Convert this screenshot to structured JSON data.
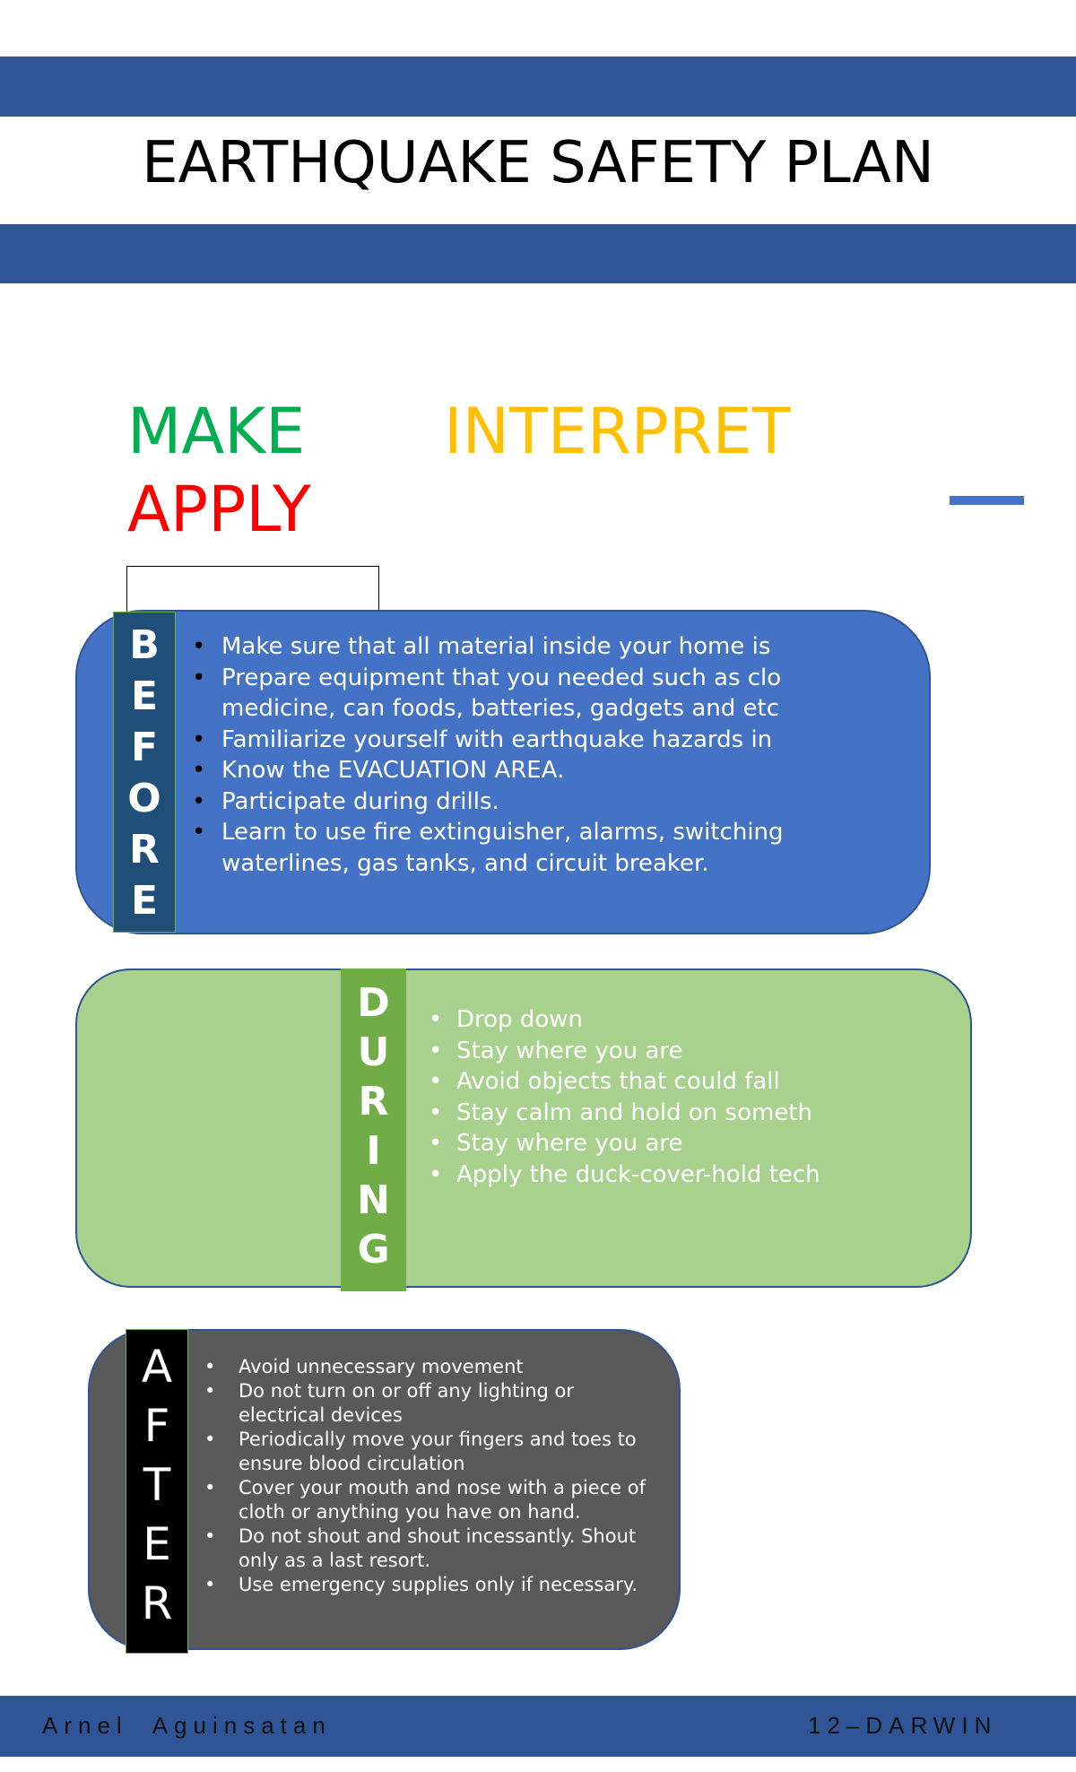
{
  "header": {
    "title": "EARTHQUAKE SAFETY PLAN"
  },
  "keywords": {
    "make": "MAKE",
    "interpret": "INTERPRET",
    "apply": "APPLY"
  },
  "colors": {
    "bar": "#2F5597",
    "make": "#00B050",
    "interpret": "#FFC000",
    "apply": "#FF0000",
    "before_box": "#4472C4",
    "before_strip": "#1F4E79",
    "during_box": "#A9D18E",
    "during_strip": "#70AD47",
    "after_box": "#595959",
    "after_strip": "#000000"
  },
  "before": {
    "label": [
      "B",
      "E",
      "F",
      "O",
      "R",
      "E"
    ],
    "items": [
      "Make sure that all  material inside your home is",
      "Prepare equipment that you needed such as clo medicine, can foods, batteries, gadgets and etc",
      "Familiarize yourself with earthquake hazards in",
      "Know the EVACUATION AREA.",
      "Participate during drills.",
      "Learn to use fire extinguisher, alarms, switching waterlines, gas tanks, and circuit breaker."
    ]
  },
  "during": {
    "label": [
      "D",
      "U",
      "R",
      "I",
      "N",
      "G"
    ],
    "items": [
      "Drop down",
      "Stay where you are",
      "Avoid objects that could fall",
      "Stay calm and hold on someth",
      "Stay where you are",
      "Apply the duck-cover-hold tech"
    ]
  },
  "after": {
    "label": [
      "A",
      "F",
      "T",
      "E",
      "R"
    ],
    "items": [
      "Avoid unnecessary movement",
      "Do not turn on or off any lighting or electrical devices",
      "Periodically move your fingers and toes to ensure blood circulation",
      "Cover your mouth and nose with a piece of cloth or anything you have on hand.",
      "Do not shout and shout incessantly. Shout only as a last resort.",
      "Use emergency supplies only if necessary."
    ]
  },
  "footer": {
    "name": "Arnel  Aguinsatan",
    "class": "12–DARWIN"
  }
}
